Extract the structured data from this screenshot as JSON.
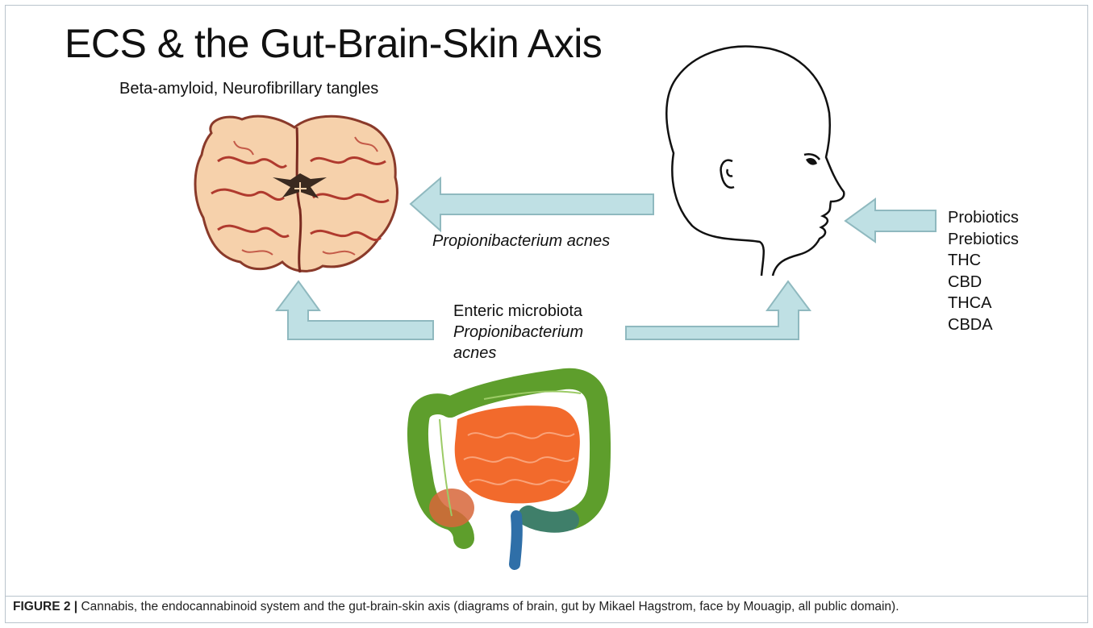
{
  "diagram": {
    "title": "ECS & the Gut-Brain-Skin Axis",
    "brain_label": "Beta-amyloid, Neurofibrillary tangles",
    "arrow_label_skin_to_brain": "Propionibacterium acnes",
    "gut_label": {
      "line1": "Enteric microbiota",
      "line2": "Propionibacterium",
      "line3": "acnes"
    },
    "interventions": [
      "Probiotics",
      "Prebiotics",
      "THC",
      "CBD",
      "THCA",
      "CBDA"
    ],
    "colors": {
      "arrow_fill": "#bfe0e4",
      "arrow_stroke": "#8fb9bf",
      "brain_fill": "#f6d1ab",
      "brain_gyri": "#b03a2e",
      "gut_colon": "#5e9e2c",
      "gut_small": "#f26a2c"
    }
  },
  "caption": {
    "label": "FIGURE 2 |",
    "text": " Cannabis, the endocannabinoid system and the gut-brain-skin axis (diagrams of brain, gut by Mikael Hagstrom, face by Mouagip, all public domain)."
  }
}
